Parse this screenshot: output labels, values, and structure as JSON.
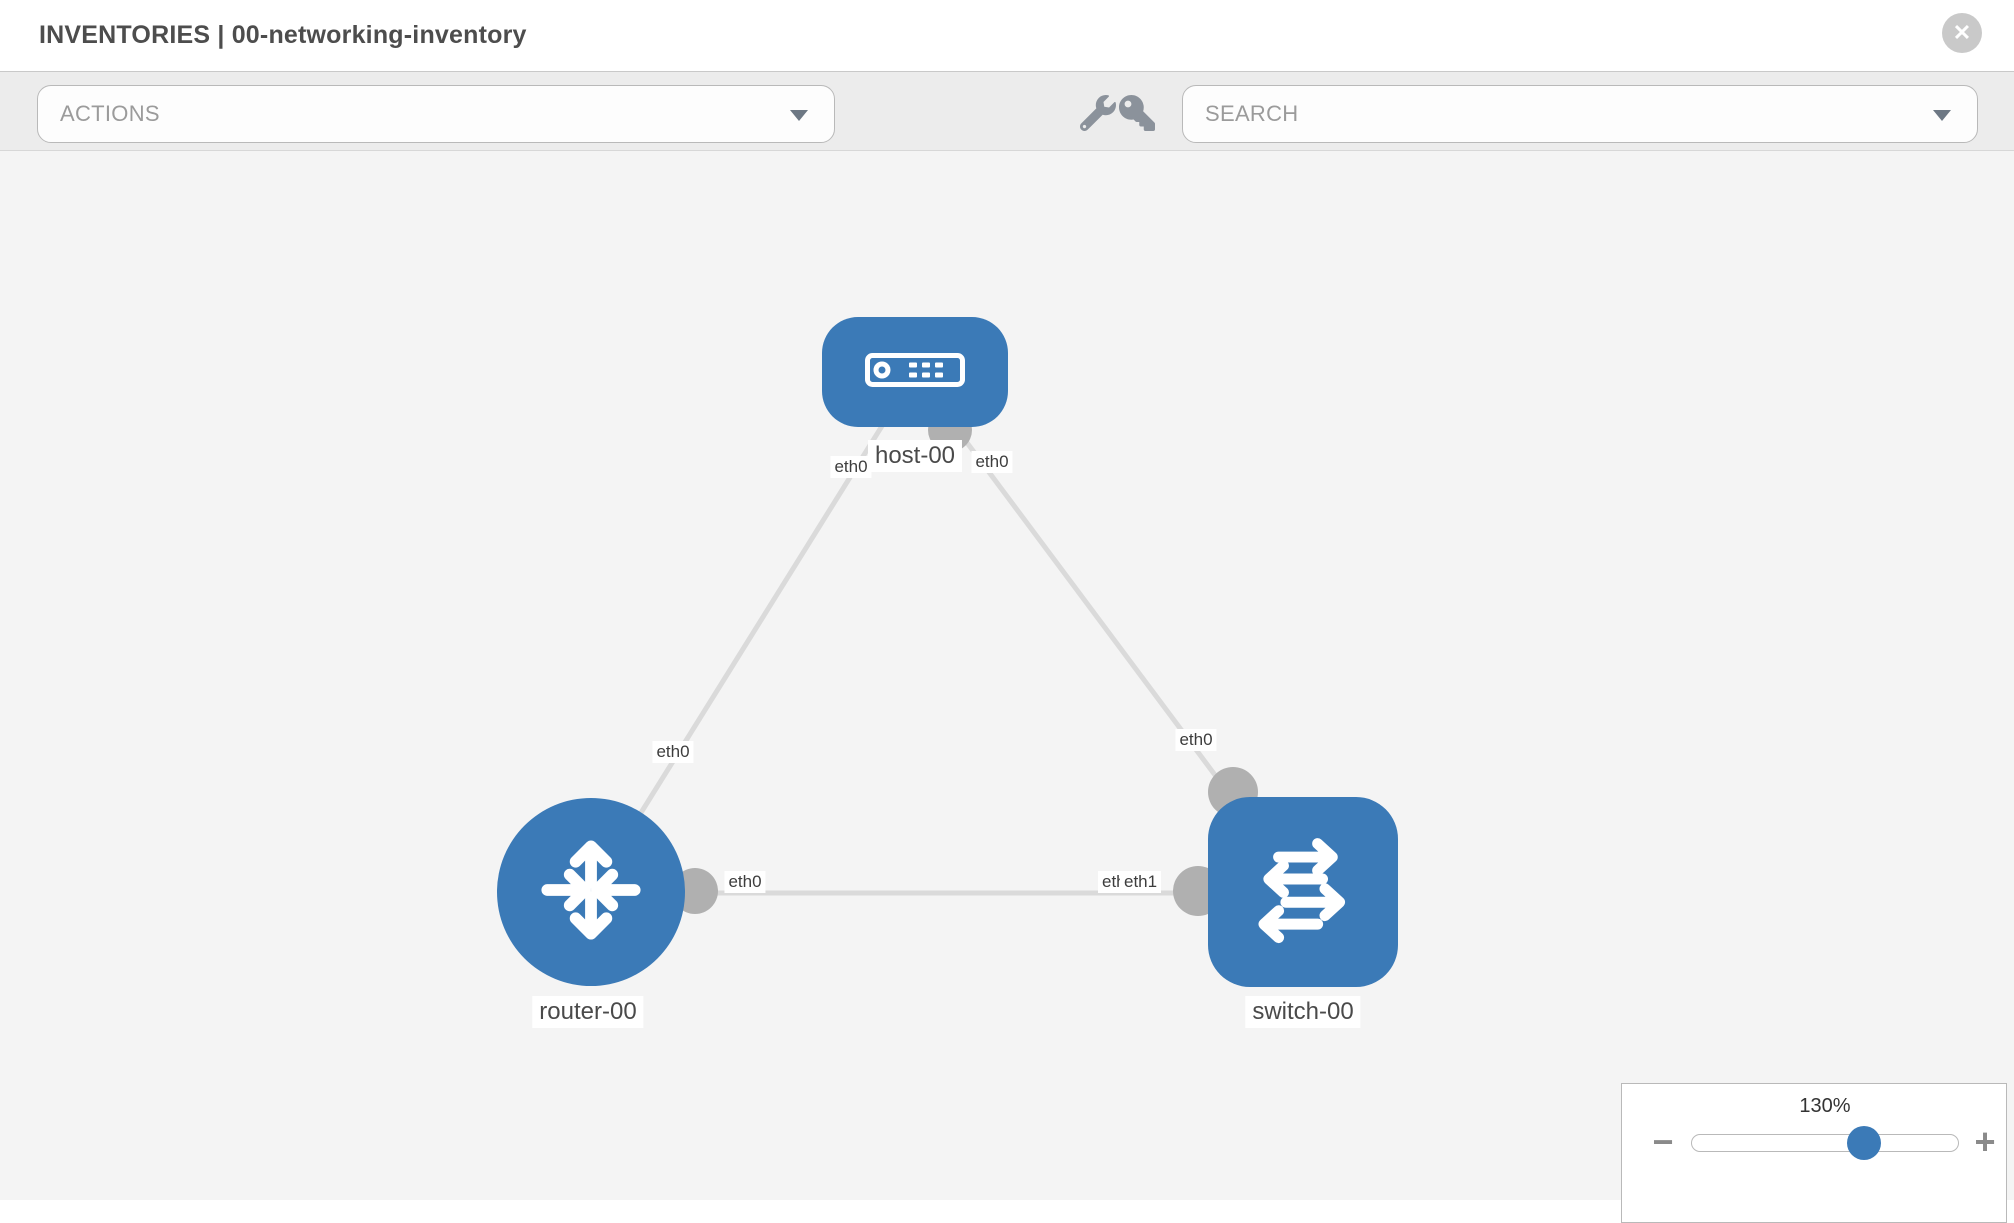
{
  "header": {
    "title": "INVENTORIES | 00-networking-inventory",
    "close_icon_glyph": "✕"
  },
  "toolbar": {
    "actions_label": "ACTIONS",
    "search_label": "SEARCH",
    "icons": [
      "wrench-icon",
      "key-icon",
      "chevron-down-icon"
    ]
  },
  "topology": {
    "nodes": [
      {
        "id": "host-00",
        "type": "host",
        "label": "host-00"
      },
      {
        "id": "router-00",
        "type": "router",
        "label": "router-00"
      },
      {
        "id": "switch-00",
        "type": "switch",
        "label": "switch-00"
      }
    ],
    "links": [
      {
        "from": "host-00",
        "to": "router-00",
        "from_interface": "eth0",
        "to_interface": "eth0"
      },
      {
        "from": "host-00",
        "to": "switch-00",
        "from_interface": "eth0",
        "to_interface": "eth0"
      },
      {
        "from": "router-00",
        "to": "switch-00",
        "from_interface": "eth0",
        "to_interface": "eth1",
        "occluded_interface": "eth0"
      }
    ]
  },
  "zoom_control": {
    "level": "130%",
    "minus_glyph": "−",
    "plus_glyph": "+"
  },
  "colors": {
    "node_blue": "#3b7ab7",
    "link_gray": "#dadada",
    "connector_gray": "#b0b0b0",
    "toolbar_bg": "#ececec",
    "canvas_bg": "#f4f4f4",
    "close_btn_bg": "#c9c9c9"
  }
}
